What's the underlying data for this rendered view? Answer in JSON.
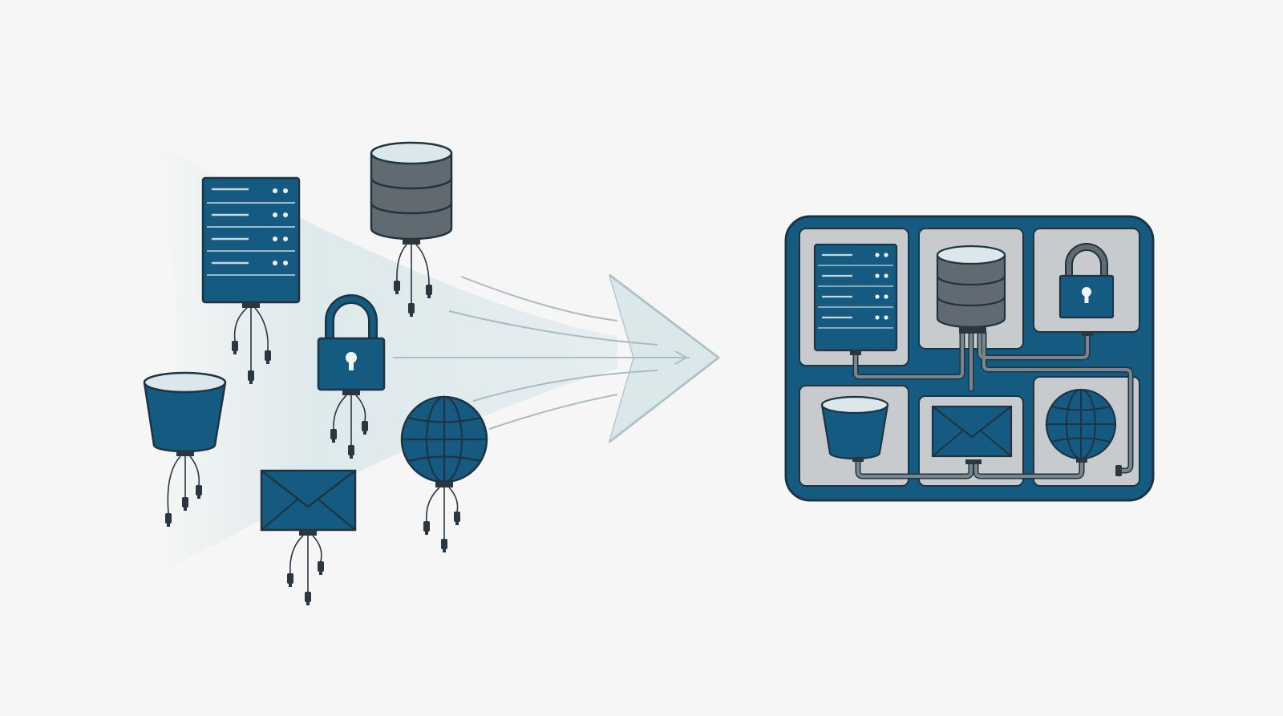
{
  "diagram": {
    "left_group": {
      "nodes": [
        {
          "id": "server",
          "icon": "server-rack-icon"
        },
        {
          "id": "database",
          "icon": "database-cylinder-icon"
        },
        {
          "id": "lock",
          "icon": "padlock-icon"
        },
        {
          "id": "bucket",
          "icon": "storage-bucket-icon"
        },
        {
          "id": "globe",
          "icon": "globe-icon"
        },
        {
          "id": "mail",
          "icon": "envelope-icon"
        }
      ],
      "state": "disconnected"
    },
    "transition": {
      "icon": "arrow-right-icon"
    },
    "right_group": {
      "tiles": [
        {
          "id": "server",
          "icon": "server-rack-icon"
        },
        {
          "id": "database",
          "icon": "database-cylinder-icon"
        },
        {
          "id": "lock",
          "icon": "padlock-icon"
        },
        {
          "id": "bucket",
          "icon": "storage-bucket-icon"
        },
        {
          "id": "mail",
          "icon": "envelope-icon"
        },
        {
          "id": "globe",
          "icon": "globe-icon"
        }
      ],
      "state": "unified"
    }
  },
  "colors": {
    "background": "#f6f6f6",
    "primary_blue": "#155a80",
    "dark_outline": "#1d3443",
    "grey": "#626a71",
    "light_grey": "#c8cbcd",
    "cylinder_top": "#dbe7ea",
    "arrow_fill": "#dbe8ea"
  }
}
